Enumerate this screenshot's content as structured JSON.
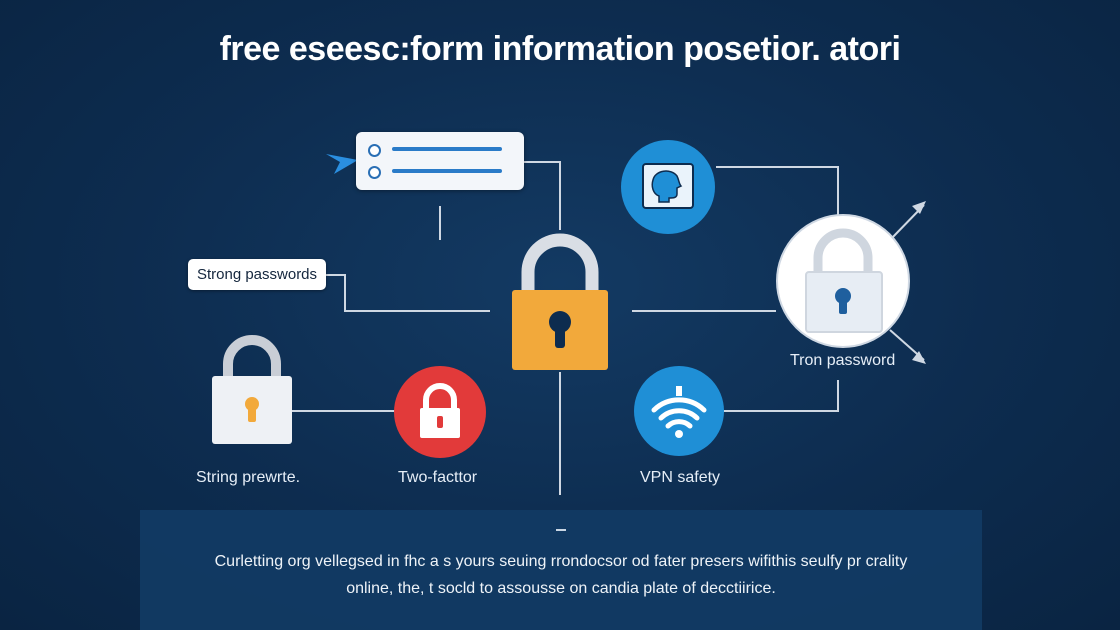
{
  "title": "free eseesc:form information posetior. atori",
  "labels": {
    "strong_passwords": "Strong passwords",
    "string_prewrte": "String prewrte.",
    "two_factor": "Two-facttor",
    "vpn_safety": "VPN safety",
    "tron_password": "Tron password"
  },
  "caption": {
    "line1": "Curletting org vellegsed in fhc a s yours seuing rrondocsor od fater presers wifithis seulfy pr crality",
    "line2": "online, the, t socld to assousse on candia plate of decctiirice."
  },
  "colors": {
    "background": "#0d2c4f",
    "lock_main": "#f2a93b",
    "lock_red": "#e23a3a",
    "icon_blue": "#1f8fd6",
    "line": "#cfd8e3"
  },
  "icons": [
    "padlock-main-icon",
    "padlock-small-icon",
    "red-padlock-icon",
    "face-id-icon",
    "wifi-icon",
    "large-padlock-icon",
    "arrow-up-right-icon",
    "arrow-down-right-icon",
    "form-card-icon"
  ]
}
